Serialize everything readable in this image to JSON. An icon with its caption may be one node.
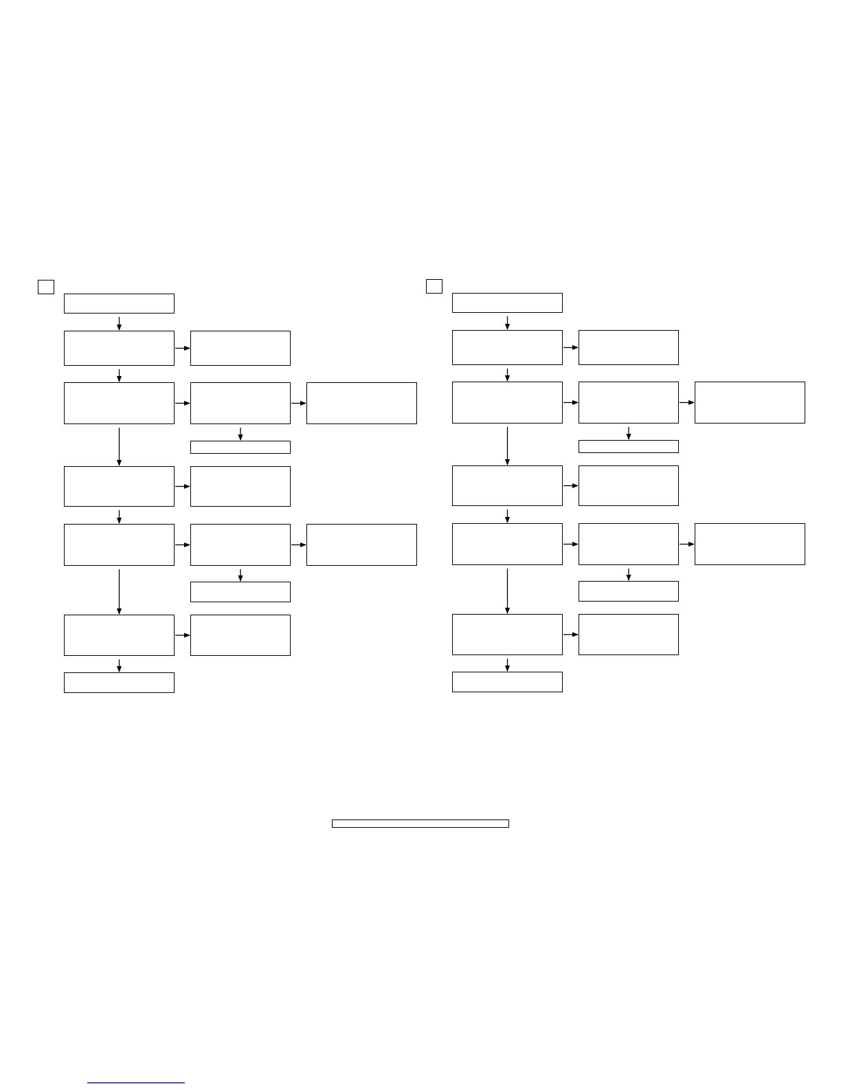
{
  "diagram": {
    "nodes": [
      {
        "text": [],
        "shape": "box"
      },
      {
        "text": [],
        "shape": "box"
      },
      {
        "text": [],
        "shape": "box"
      },
      {
        "text": [],
        "shape": "box"
      },
      {
        "text": [],
        "shape": "box"
      },
      {
        "text": [],
        "shape": "box"
      },
      {
        "text": [],
        "shape": "box"
      },
      {
        "text": [],
        "shape": "box"
      },
      {
        "text": [],
        "shape": "box"
      },
      {
        "text": [],
        "shape": "box"
      },
      {
        "text": [],
        "shape": "box"
      },
      {
        "text": [],
        "shape": "box"
      },
      {
        "text": [],
        "shape": "box"
      },
      {
        "text": [],
        "shape": "box"
      },
      {
        "text": [],
        "shape": "box"
      },
      {
        "text": [],
        "shape": "box"
      },
      {
        "text": [],
        "shape": "box"
      },
      {
        "text": [],
        "shape": "box"
      },
      {
        "text": [],
        "shape": "box"
      },
      {
        "text": [],
        "shape": "box"
      },
      {
        "text": [],
        "shape": "box"
      },
      {
        "text": [],
        "shape": "box"
      },
      {
        "text": [],
        "shape": "box"
      },
      {
        "text": [],
        "shape": "box"
      },
      {
        "text": [],
        "shape": "box"
      },
      {
        "text": [],
        "shape": "box"
      },
      {
        "text": [],
        "shape": "box"
      },
      {
        "text": [],
        "shape": "box"
      },
      {
        "text": [],
        "shape": "box"
      },
      {
        "text": [],
        "shape": "box"
      },
      {
        "text": [],
        "shape": "box"
      },
      {
        "text": [],
        "shape": "box"
      },
      {
        "text": [],
        "shape": "box"
      },
      {
        "text": [],
        "shape": "box"
      },
      {
        "text": [],
        "shape": "box"
      }
    ],
    "edges": [
      {
        "from": 1,
        "to": 2,
        "arrow": "to"
      },
      {
        "from": 2,
        "to": 3,
        "arrow": "to"
      },
      {
        "from": 2,
        "to": 4,
        "arrow": "to"
      },
      {
        "from": 4,
        "to": 5,
        "arrow": "to"
      },
      {
        "from": 5,
        "to": 6,
        "arrow": "to"
      },
      {
        "from": 5,
        "to": 7,
        "arrow": "to"
      },
      {
        "from": 4,
        "to": 8,
        "arrow": "to"
      },
      {
        "from": 8,
        "to": 9,
        "arrow": "to"
      },
      {
        "from": 8,
        "to": 10,
        "arrow": "to"
      },
      {
        "from": 10,
        "to": 11,
        "arrow": "to"
      },
      {
        "from": 11,
        "to": 12,
        "arrow": "to"
      },
      {
        "from": 11,
        "to": 13,
        "arrow": "to"
      },
      {
        "from": 10,
        "to": 14,
        "arrow": "to"
      },
      {
        "from": 14,
        "to": 15,
        "arrow": "to"
      },
      {
        "from": 14,
        "to": 16,
        "arrow": "to"
      },
      {
        "from": 18,
        "to": 19,
        "arrow": "to"
      },
      {
        "from": 19,
        "to": 20,
        "arrow": "to"
      },
      {
        "from": 19,
        "to": 21,
        "arrow": "to"
      },
      {
        "from": 21,
        "to": 22,
        "arrow": "to"
      },
      {
        "from": 22,
        "to": 23,
        "arrow": "to"
      },
      {
        "from": 22,
        "to": 24,
        "arrow": "to"
      },
      {
        "from": 21,
        "to": 25,
        "arrow": "to"
      },
      {
        "from": 25,
        "to": 26,
        "arrow": "to"
      },
      {
        "from": 25,
        "to": 27,
        "arrow": "to"
      },
      {
        "from": 27,
        "to": 28,
        "arrow": "to"
      },
      {
        "from": 28,
        "to": 29,
        "arrow": "to"
      },
      {
        "from": 28,
        "to": 30,
        "arrow": "to"
      },
      {
        "from": 27,
        "to": 31,
        "arrow": "to"
      },
      {
        "from": 31,
        "to": 32,
        "arrow": "to"
      },
      {
        "from": 31,
        "to": 33,
        "arrow": "to"
      }
    ]
  }
}
